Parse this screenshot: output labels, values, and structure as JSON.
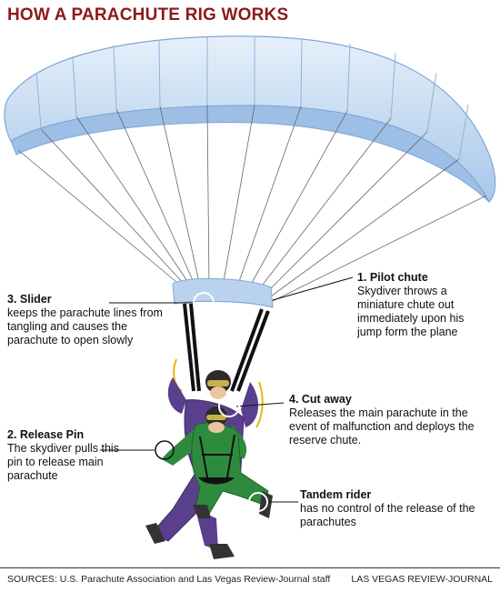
{
  "title": "HOW A PARACHUTE RIG WORKS",
  "callouts": {
    "pilot_chute": {
      "heading": "1. Pilot chute",
      "text": "Skydiver throws a miniature chute out immediately upon his jump form the plane"
    },
    "slider": {
      "heading": "3. Slider",
      "text": "keeps the parachute lines from tangling and causes the parachute to open slowly"
    },
    "cut_away": {
      "heading": "4. Cut away",
      "text": "Releases the main parachute in the event of malfunction and deploys the reserve chute."
    },
    "release_pin": {
      "heading": "2. Release Pin",
      "text": "The skydiver pulls this pin to release main parachute"
    },
    "tandem_rider": {
      "heading": "Tandem rider",
      "text": "has no control of the release of the parachutes"
    }
  },
  "footer": {
    "sources": "SOURCES: U.S. Parachute Association and Las Vegas Review-Journal staff",
    "credit": "LAS VEGAS REVIEW-JOURNAL"
  },
  "colors": {
    "canopy_light": "#dce9f7",
    "canopy_mid": "#b9d3ef",
    "canopy_dark": "#8fb4dd",
    "title": "#8b1a1a",
    "jumpsuit_purple": "#5a3f8c",
    "jumpsuit_green": "#2e8b3e"
  }
}
